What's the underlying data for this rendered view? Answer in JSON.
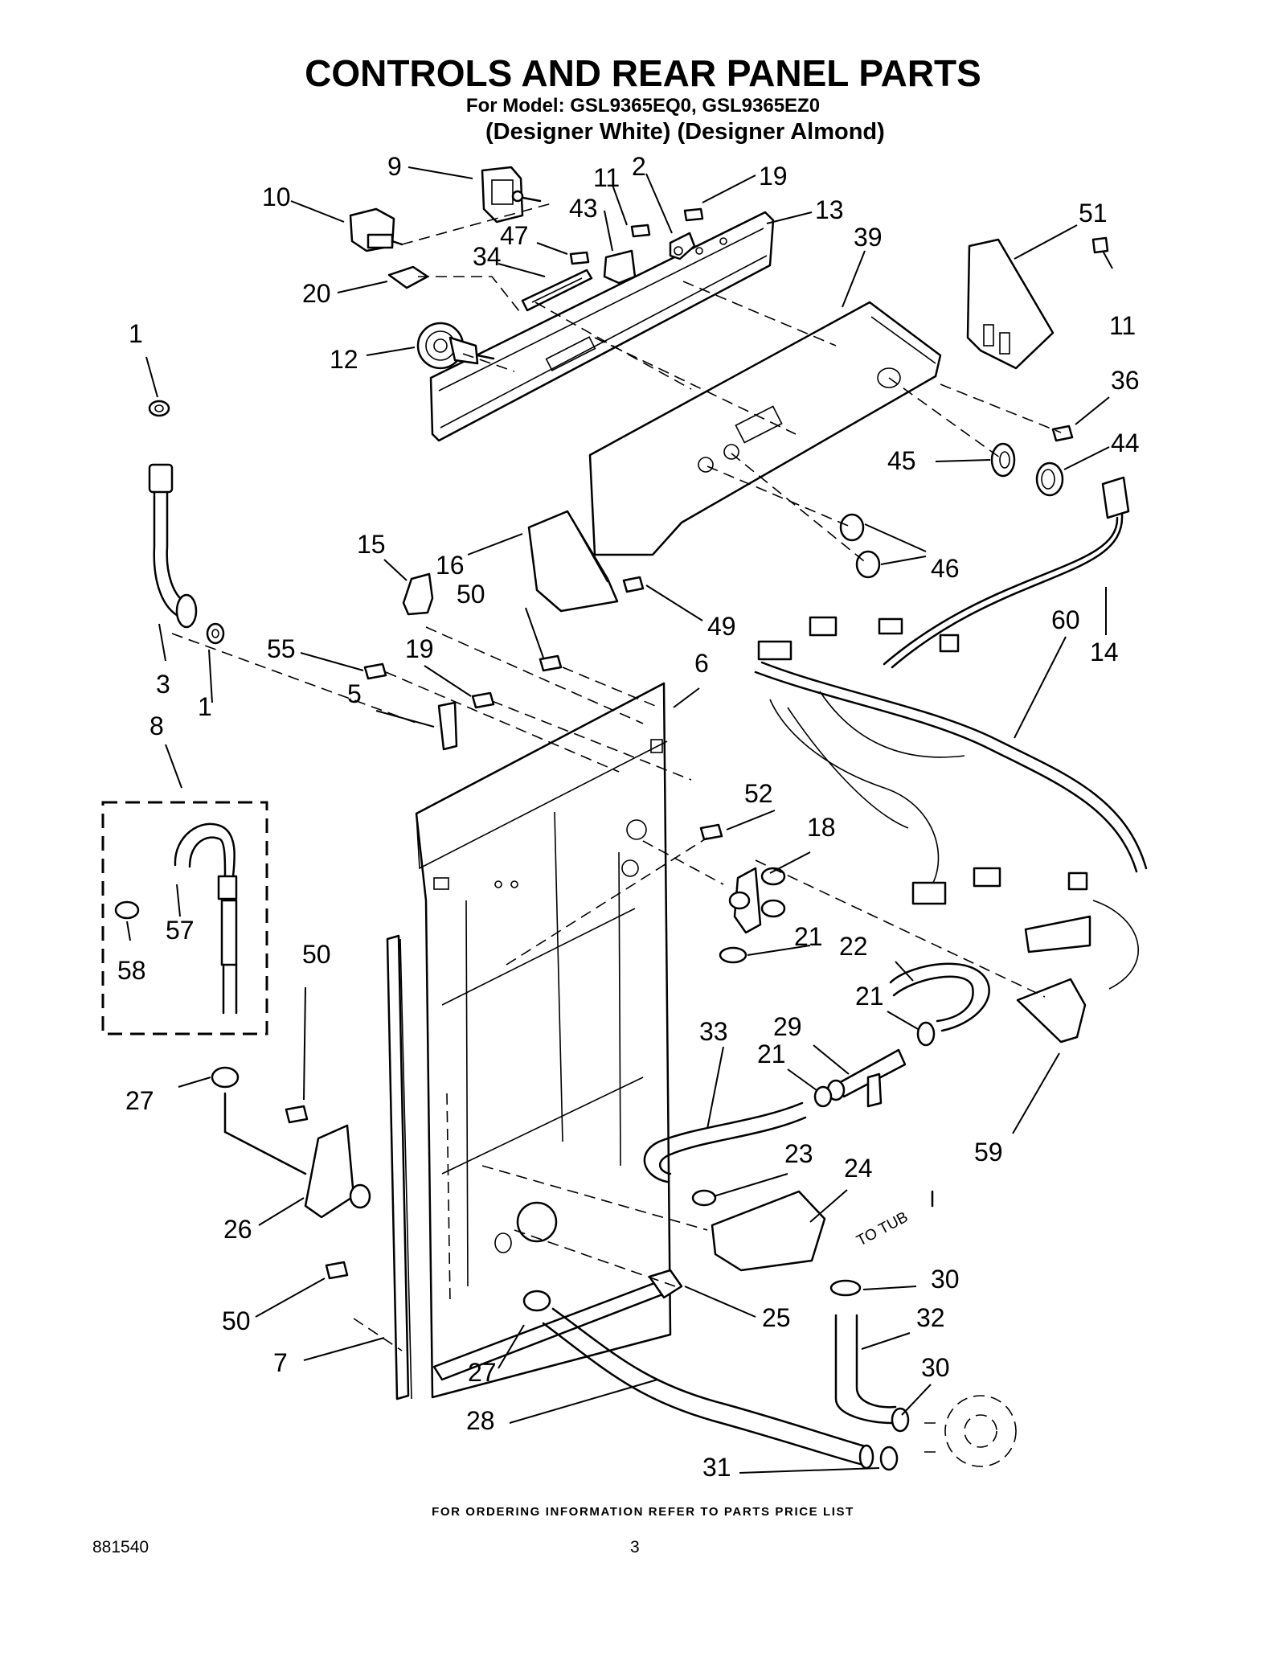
{
  "header": {
    "title": "CONTROLS AND REAR PANEL PARTS",
    "model_line": "For Model: GSL9365EQ0, GSL9365EZ0",
    "variants": "(Designer White) (Designer Almond)"
  },
  "diagram": {
    "tub_label": "TO TUB",
    "callouts": [
      "9",
      "2",
      "11",
      "19",
      "10",
      "43",
      "13",
      "47",
      "51",
      "39",
      "34",
      "20",
      "11",
      "12",
      "1",
      "36",
      "44",
      "45",
      "46",
      "15",
      "16",
      "50",
      "49",
      "60",
      "14",
      "55",
      "19",
      "6",
      "3",
      "1",
      "5",
      "8",
      "52",
      "18",
      "21",
      "22",
      "57",
      "50",
      "58",
      "21",
      "29",
      "33",
      "21",
      "27",
      "23",
      "24",
      "59",
      "26",
      "30",
      "25",
      "50",
      "32",
      "30",
      "7",
      "27",
      "28",
      "31"
    ]
  },
  "footer": {
    "ordering_note": "FOR ORDERING INFORMATION REFER TO PARTS PRICE LIST",
    "document_number": "881540",
    "page_number": "3"
  }
}
